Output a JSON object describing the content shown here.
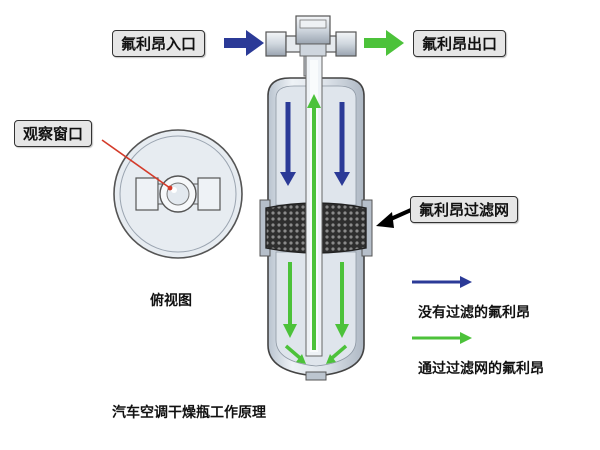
{
  "labels": {
    "inlet": "氟利昂入口",
    "outlet": "氟利昂出口",
    "window": "观察窗口",
    "filter": "氟利昂过滤网",
    "top_view": "俯视图",
    "title": "汽车空调干燥瓶工作原理"
  },
  "legend": {
    "unfiltered": "没有过滤的氟利昂",
    "filtered": "通过过滤网的氟利昂"
  },
  "colors": {
    "unfiltered_arrow": "#2b3a97",
    "filtered_arrow": "#4cc23a",
    "bottle_body": "#d7dee8",
    "filter_mesh": "#3a3a3a"
  }
}
